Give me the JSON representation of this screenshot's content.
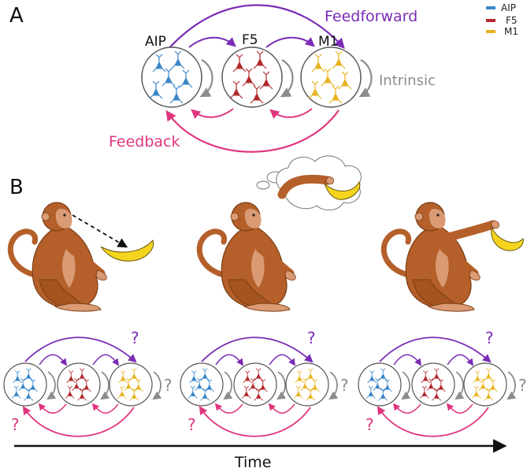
{
  "panels": {
    "a_label": "A",
    "b_label": "B"
  },
  "areas": [
    {
      "name": "AIP",
      "color": "#3a86c8"
    },
    {
      "name": "F5",
      "color": "#b22a2e"
    },
    {
      "name": "M1",
      "color": "#e8b321"
    }
  ],
  "connections": {
    "feedforward": {
      "label": "Feedforward",
      "color": "#7a2bb5"
    },
    "feedback": {
      "label": "Feedback",
      "color": "#e0357f"
    },
    "intrinsic": {
      "label": "Intrinsic",
      "color": "#8c8c8c"
    }
  },
  "legend": [
    {
      "label": "AIP",
      "color": "#3a86c8"
    },
    {
      "label": "F5",
      "color": "#b22a2e"
    },
    {
      "label": "M1",
      "color": "#e8b321"
    }
  ],
  "unknown_mark": "?",
  "time_axis": {
    "label": "Time"
  },
  "monkey_colors": {
    "fur": "#b5602a",
    "skin": "#d99a74",
    "banana": "#f5d41d"
  }
}
